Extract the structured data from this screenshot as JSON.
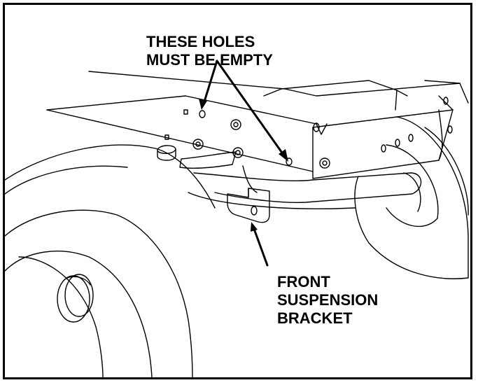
{
  "callouts": {
    "holes": {
      "lines": [
        "THESE HOLES",
        "MUST BE EMPTY"
      ]
    },
    "bracket": {
      "lines": [
        "FRONT",
        "SUSPENSION",
        "BRACKET"
      ]
    }
  },
  "colors": {
    "ink": "#000000",
    "paper": "#ffffff"
  }
}
